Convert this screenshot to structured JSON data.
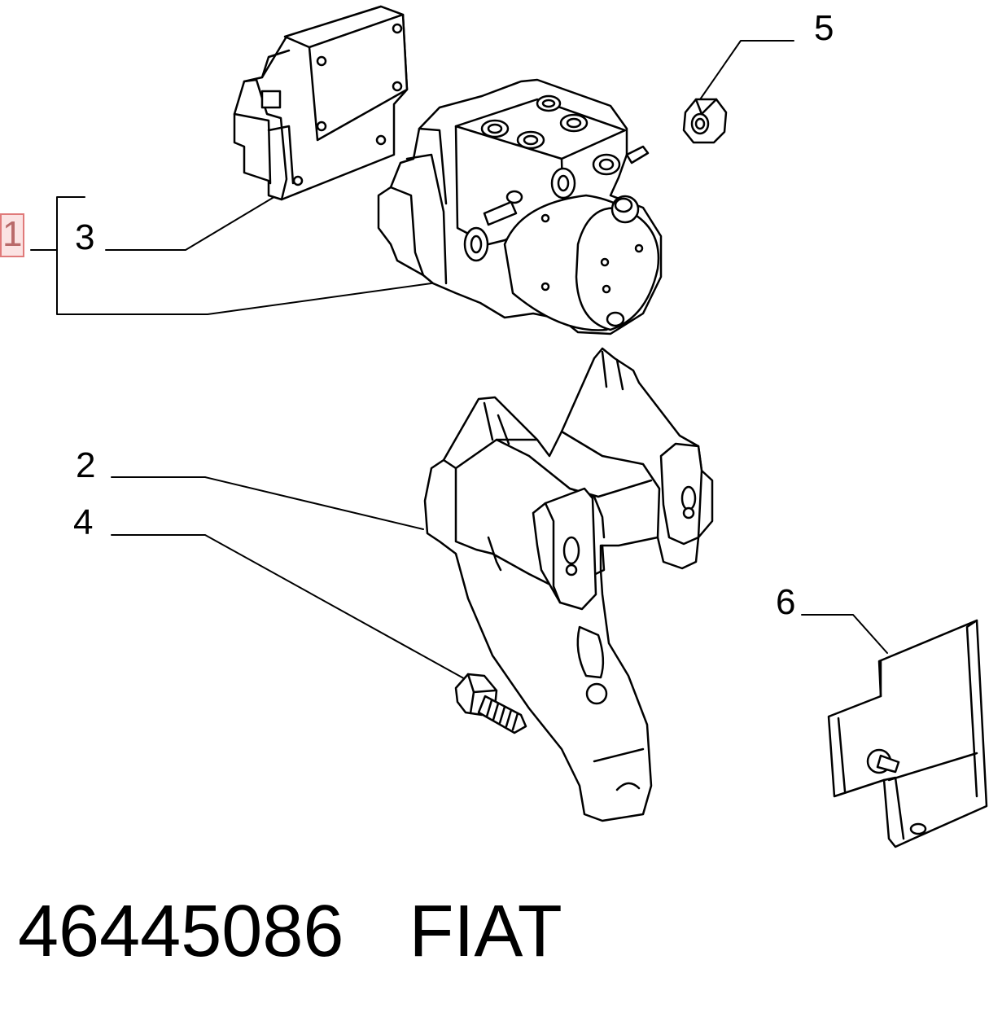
{
  "callouts": {
    "c1": "1",
    "c2": "2",
    "c3": "3",
    "c4": "4",
    "c5": "5",
    "c6": "6"
  },
  "highlight_color": "#e07a7a",
  "footer": {
    "part_number": "46445086",
    "brand": "FIAT"
  }
}
